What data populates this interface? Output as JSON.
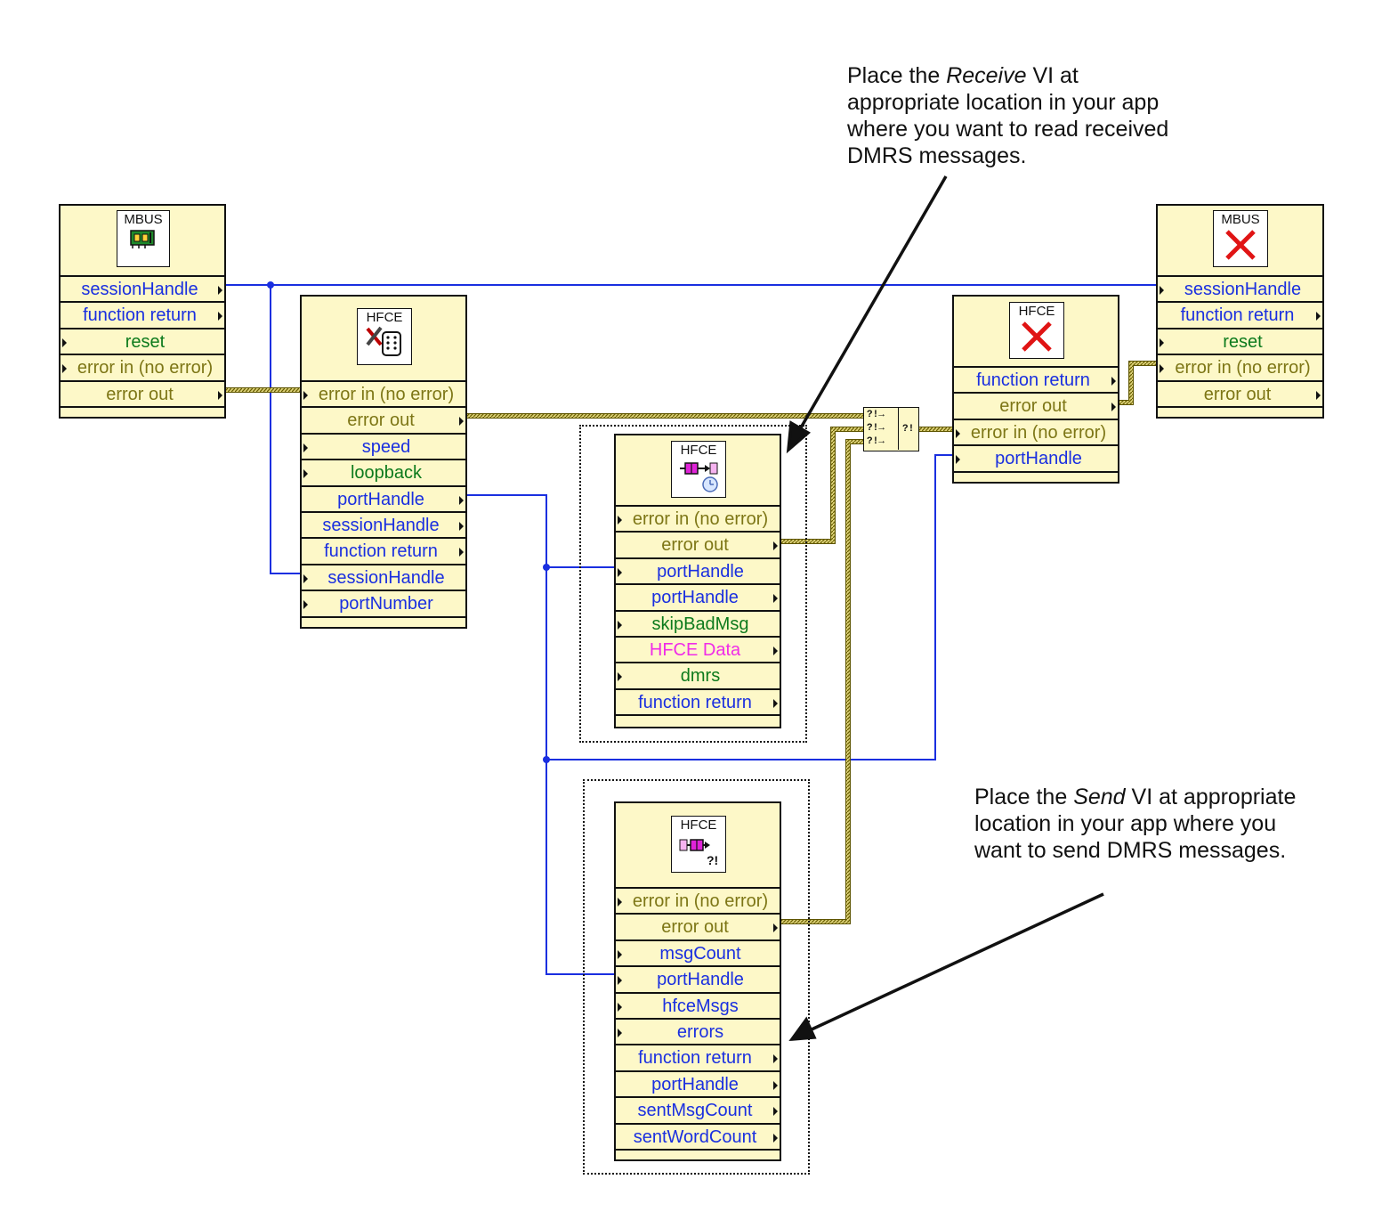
{
  "notes": {
    "receive": {
      "prefix": "Place the ",
      "em": "Receive",
      "suffix": " VI at appropriate location in your app where you want to read received DMRS messages."
    },
    "send": {
      "prefix": "Place the ",
      "em": "Send",
      "suffix": " VI at appropriate location in your app where you want to send DMRS messages."
    }
  },
  "nodes": {
    "mbus_open": {
      "icon_caption": "MBUS",
      "terminals": [
        {
          "label": "sessionHandle",
          "color": "#1a2fe0",
          "dir": "out"
        },
        {
          "label": "function return",
          "color": "#1a2fe0",
          "dir": "out"
        },
        {
          "label": "reset",
          "color": "#0c7a1c",
          "dir": "in"
        },
        {
          "label": "error in (no error)",
          "color": "#7d7616",
          "dir": "in"
        },
        {
          "label": "error out",
          "color": "#7d7616",
          "dir": "out"
        }
      ]
    },
    "hfce_open": {
      "icon_caption": "HFCE",
      "terminals": [
        {
          "label": "error in (no error)",
          "color": "#7d7616",
          "dir": "in"
        },
        {
          "label": "error out",
          "color": "#7d7616",
          "dir": "out"
        },
        {
          "label": "speed",
          "color": "#1a2fe0",
          "dir": "in"
        },
        {
          "label": "loopback",
          "color": "#0c7a1c",
          "dir": "in"
        },
        {
          "label": "portHandle",
          "color": "#1a2fe0",
          "dir": "out"
        },
        {
          "label": "sessionHandle",
          "color": "#1a2fe0",
          "dir": "out"
        },
        {
          "label": "function return",
          "color": "#1a2fe0",
          "dir": "out"
        },
        {
          "label": "sessionHandle",
          "color": "#1a2fe0",
          "dir": "in"
        },
        {
          "label": "portNumber",
          "color": "#1a2fe0",
          "dir": "in"
        }
      ]
    },
    "hfce_receive": {
      "icon_caption": "HFCE",
      "terminals": [
        {
          "label": "error in (no error)",
          "color": "#7d7616",
          "dir": "in"
        },
        {
          "label": "error out",
          "color": "#7d7616",
          "dir": "out"
        },
        {
          "label": "portHandle",
          "color": "#1a2fe0",
          "dir": "in"
        },
        {
          "label": "portHandle",
          "color": "#1a2fe0",
          "dir": "out"
        },
        {
          "label": "skipBadMsg",
          "color": "#0c7a1c",
          "dir": "in"
        },
        {
          "label": "HFCE Data",
          "color": "#f02ce8",
          "dir": "out"
        },
        {
          "label": "dmrs",
          "color": "#0c7a1c",
          "dir": "in"
        },
        {
          "label": "function return",
          "color": "#1a2fe0",
          "dir": "out"
        }
      ]
    },
    "hfce_send": {
      "icon_caption": "HFCE",
      "terminals": [
        {
          "label": "error in (no error)",
          "color": "#7d7616",
          "dir": "in"
        },
        {
          "label": "error out",
          "color": "#7d7616",
          "dir": "out"
        },
        {
          "label": "msgCount",
          "color": "#1a2fe0",
          "dir": "in"
        },
        {
          "label": "portHandle",
          "color": "#1a2fe0",
          "dir": "in"
        },
        {
          "label": "hfceMsgs",
          "color": "#1a2fe0",
          "dir": "in"
        },
        {
          "label": "errors",
          "color": "#1a2fe0",
          "dir": "in"
        },
        {
          "label": "function return",
          "color": "#1a2fe0",
          "dir": "out"
        },
        {
          "label": "portHandle",
          "color": "#1a2fe0",
          "dir": "out"
        },
        {
          "label": "sentMsgCount",
          "color": "#1a2fe0",
          "dir": "out"
        },
        {
          "label": "sentWordCount",
          "color": "#1a2fe0",
          "dir": "out"
        }
      ]
    },
    "hfce_close": {
      "icon_caption": "HFCE",
      "terminals": [
        {
          "label": "function return",
          "color": "#1a2fe0",
          "dir": "out"
        },
        {
          "label": "error out",
          "color": "#7d7616",
          "dir": "out"
        },
        {
          "label": "error in (no error)",
          "color": "#7d7616",
          "dir": "in"
        },
        {
          "label": "portHandle",
          "color": "#1a2fe0",
          "dir": "in"
        }
      ]
    },
    "mbus_close": {
      "icon_caption": "MBUS",
      "terminals": [
        {
          "label": "sessionHandle",
          "color": "#1a2fe0",
          "dir": "in"
        },
        {
          "label": "function return",
          "color": "#1a2fe0",
          "dir": "out"
        },
        {
          "label": "reset",
          "color": "#0c7a1c",
          "dir": "in"
        },
        {
          "label": "error in (no error)",
          "color": "#7d7616",
          "dir": "in"
        },
        {
          "label": "error out",
          "color": "#7d7616",
          "dir": "out"
        }
      ]
    }
  },
  "merge_errors": {
    "glyph": "?!"
  },
  "colors": {
    "node_fill": "#fdf8c8",
    "ref_wire": "#1a2fe0",
    "error_wire": "#8a7f10"
  }
}
